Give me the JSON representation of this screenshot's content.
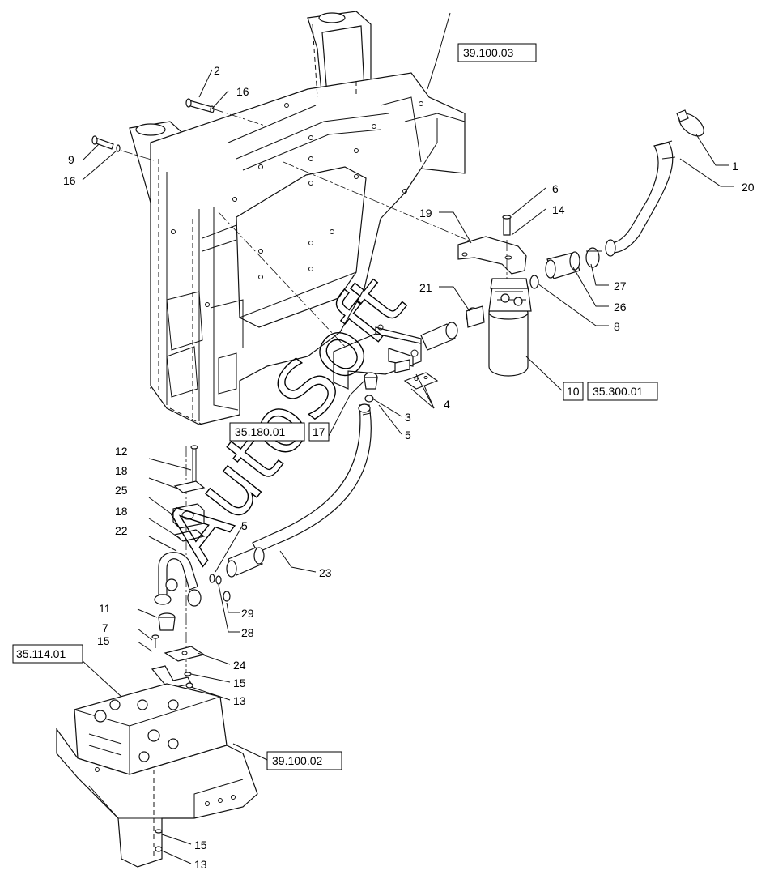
{
  "callouts": [
    {
      "id": "c1",
      "text": "1"
    },
    {
      "id": "c20",
      "text": "20"
    },
    {
      "id": "c2",
      "text": "2"
    },
    {
      "id": "c16a",
      "text": "16"
    },
    {
      "id": "c9",
      "text": "9"
    },
    {
      "id": "c16b",
      "text": "16"
    },
    {
      "id": "c6",
      "text": "6"
    },
    {
      "id": "c14",
      "text": "14"
    },
    {
      "id": "c19",
      "text": "19"
    },
    {
      "id": "c21",
      "text": "21"
    },
    {
      "id": "c27",
      "text": "27"
    },
    {
      "id": "c26",
      "text": "26"
    },
    {
      "id": "c8",
      "text": "8"
    },
    {
      "id": "c4",
      "text": "4"
    },
    {
      "id": "c3",
      "text": "3"
    },
    {
      "id": "c5a",
      "text": "5"
    },
    {
      "id": "c12",
      "text": "12"
    },
    {
      "id": "c18a",
      "text": "18"
    },
    {
      "id": "c25",
      "text": "25"
    },
    {
      "id": "c18b",
      "text": "18"
    },
    {
      "id": "c22",
      "text": "22"
    },
    {
      "id": "c5b",
      "text": "5"
    },
    {
      "id": "c23",
      "text": "23"
    },
    {
      "id": "c29",
      "text": "29"
    },
    {
      "id": "c28",
      "text": "28"
    },
    {
      "id": "c11",
      "text": "11"
    },
    {
      "id": "c7",
      "text": "7"
    },
    {
      "id": "c15a",
      "text": "15"
    },
    {
      "id": "c24",
      "text": "24"
    },
    {
      "id": "c15b",
      "text": "15"
    },
    {
      "id": "c13a",
      "text": "13"
    },
    {
      "id": "c15c",
      "text": "15"
    },
    {
      "id": "c13b",
      "text": "13"
    }
  ],
  "boxed_refs": {
    "ref_39_100_03": "39.100.03",
    "ref_10": "10",
    "ref_35_300_01": "35.300.01",
    "ref_35_180_01": "35.180.01",
    "ref_17": "17",
    "ref_35_114_01": "35.114.01",
    "ref_39_100_02": "39.100.02"
  },
  "watermark": "AutoSoft"
}
